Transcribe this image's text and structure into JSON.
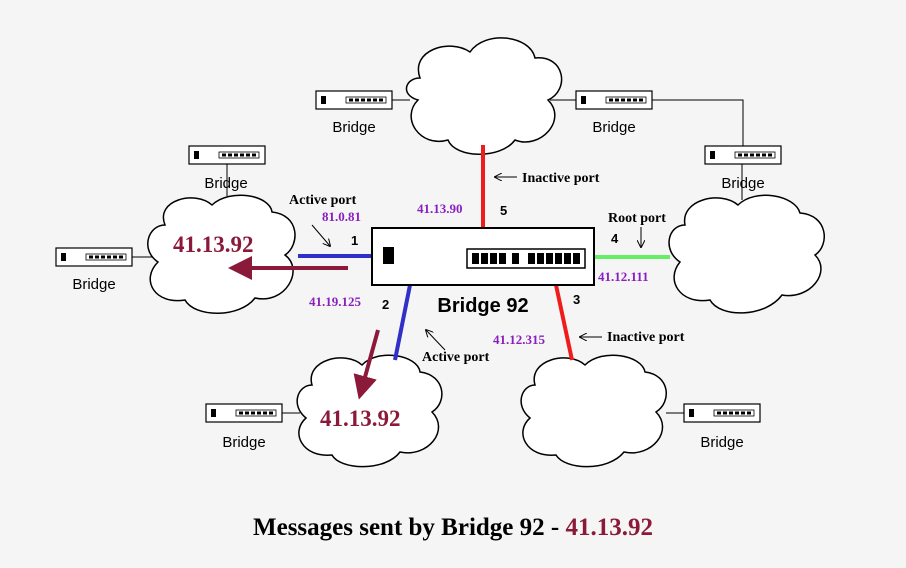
{
  "colors": {
    "background": "#f5f5f5",
    "address_purple": "#8a1fc0",
    "message_maroon": "#8b1a3a",
    "inactive_red": "#ee1c1c",
    "active_blue": "#3030c8",
    "root_green": "#66ee66"
  },
  "caption": {
    "prefix": "Messages sent by Bridge 92 - ",
    "value": "41.13.92"
  },
  "central_bridge": {
    "name": "Bridge 92"
  },
  "bridge_labels": {
    "top_left": "Bridge",
    "top_right": "Bridge",
    "upper_left": "Bridge",
    "upper_right": "Bridge",
    "left": "Bridge",
    "bottom_left": "Bridge",
    "bottom_right": "Bridge"
  },
  "ports": {
    "p1": {
      "number": "1",
      "address": "81.0.81",
      "status": "Active port"
    },
    "p2": {
      "number": "2",
      "address": "41.19.125",
      "status": "Active port"
    },
    "p3": {
      "number": "3",
      "address": "41.12.315",
      "status": "Inactive port"
    },
    "p4": {
      "number": "4",
      "address": "41.12.111",
      "status": "Root port"
    },
    "p5": {
      "number": "5",
      "address": "41.13.90",
      "status": "Inactive port"
    }
  },
  "messages": {
    "left_cloud": "41.13.92",
    "bottom_cloud": "41.13.92"
  }
}
